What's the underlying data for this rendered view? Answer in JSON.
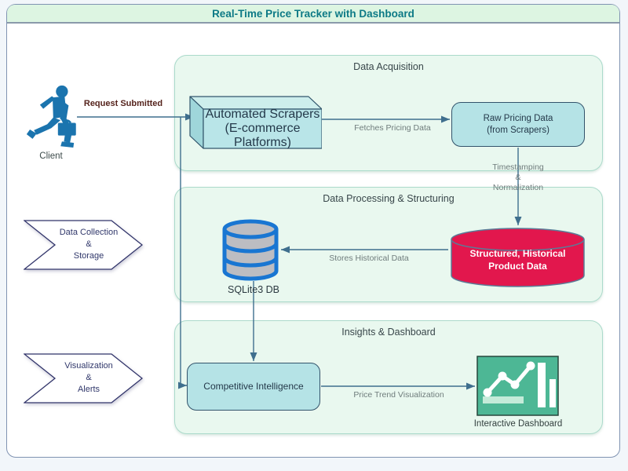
{
  "diagram": {
    "title": "Real-Time Price Tracker with Dashboard"
  },
  "client": {
    "label": "Client"
  },
  "containers": {
    "acquisition": {
      "title": "Data Acquisition"
    },
    "processing": {
      "title": "Data Processing & Structuring"
    },
    "insights": {
      "title": "Insights & Dashboard"
    }
  },
  "nodes": {
    "scrapers": {
      "line1": "Automated Scrapers",
      "line2": "(E-commerce Platforms)"
    },
    "raw_pricing": {
      "line1": "Raw Pricing Data",
      "line2": "(from Scrapers)"
    },
    "sqlite": {
      "label": "SQLite3 DB"
    },
    "structured": {
      "line1": "Structured, Historical",
      "line2": "Product Data"
    },
    "competitive": {
      "label": "Competitive Intelligence"
    },
    "dashboard": {
      "label": "Interactive Dashboard"
    }
  },
  "edges": {
    "request": "Request Submitted",
    "fetches": "Fetches Pricing Data",
    "timestamping": {
      "line1": "Timestamping",
      "line2": "&",
      "line3": "Normalization"
    },
    "stores": "Stores Historical Data",
    "trend": "Price Trend Visualization"
  },
  "chevrons": {
    "storage": {
      "line1": "Data Collection",
      "line2": "&",
      "line3": "Storage"
    },
    "alerts": {
      "line1": "Visualization",
      "line2": "&",
      "line3": "Alerts"
    }
  },
  "colors": {
    "title_text": "#0d7a86",
    "container_fill": "#e9f8ef",
    "node_fill": "#b5e3e6",
    "arrow": "#3f6f8e",
    "structured_fill": "#e2174d",
    "sqlite_blue": "#1976d2",
    "dashboard_green": "#4db795",
    "client_blue": "#1b74ae"
  }
}
